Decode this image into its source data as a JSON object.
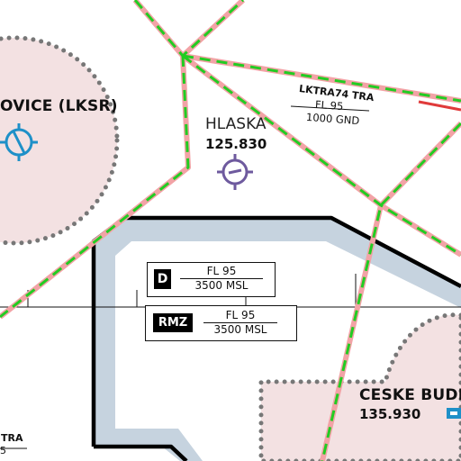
{
  "airspaces": {
    "vodochody": {
      "name": "OVICE (LKSR)",
      "type": "aerodrome-zone"
    },
    "ceske_budejovice": {
      "name": "CESKE BUDE",
      "frequency": "135.930",
      "type": "aerodrome-zone"
    },
    "lktra74": {
      "name": "LKTRA74 TRA",
      "upper": "FL 95",
      "lower": "1000 GND"
    },
    "tra_partial": {
      "name": "TRA",
      "upper_partial": "5"
    },
    "danger_area": {
      "tag": "D",
      "upper": "FL 95",
      "lower": "3500 MSL"
    },
    "rmz": {
      "tag": "RMZ",
      "upper": "FL 95",
      "lower": "3500 MSL"
    }
  },
  "navaids": {
    "hlaska": {
      "name": "HLASKA",
      "frequency": "125.830",
      "icon": "vor-icon"
    },
    "vodochody_vor": {
      "icon": "vor-icon"
    }
  },
  "colors": {
    "aerodrome_fill": "#f3e1e2",
    "aerodrome_border": "#777777",
    "route_pink": "#f2a3a6",
    "route_green_dash": "#22cc22",
    "danger_border": "#000000",
    "danger_band": "#c6d3df",
    "navaid_blue": "#1e90c8",
    "navaid_purple": "#6e5a9e"
  }
}
